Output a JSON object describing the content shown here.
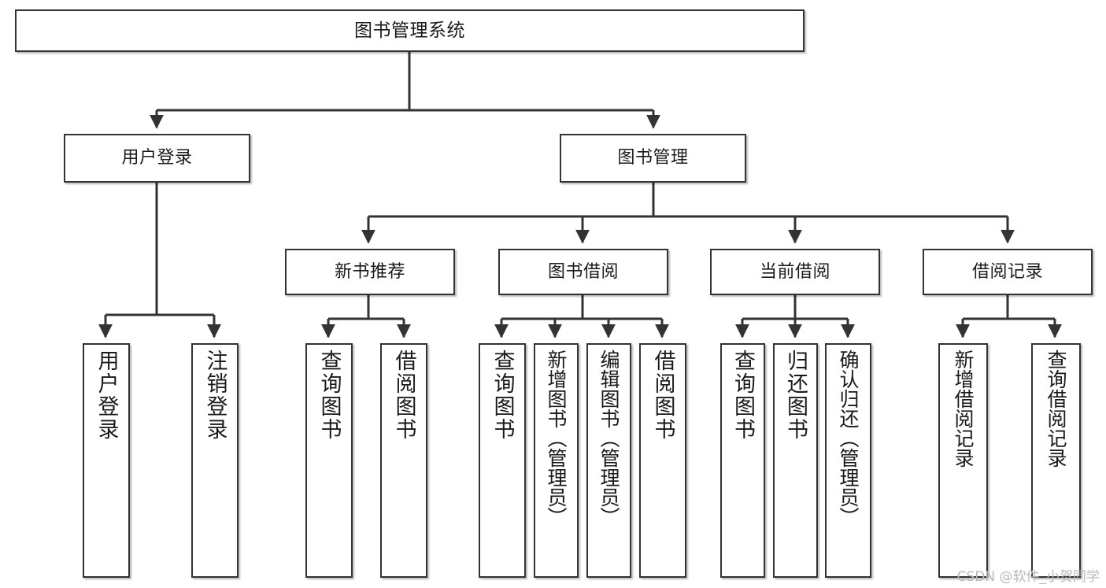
{
  "diagram": {
    "title": "图书管理系统",
    "type": "hierarchy-tree",
    "levels": 4,
    "colors": {
      "box_border": "#333333",
      "box_fill": "#ffffff",
      "edge": "#333333",
      "text": "#1a1a1a",
      "background": "#ffffff",
      "watermark": "#b9b9b9"
    },
    "root": {
      "label": "图书管理系统"
    },
    "level2": [
      {
        "label": "用户登录"
      },
      {
        "label": "图书管理"
      }
    ],
    "level3": [
      {
        "label": "新书推荐"
      },
      {
        "label": "图书借阅"
      },
      {
        "label": "当前借阅"
      },
      {
        "label": "借阅记录"
      }
    ],
    "leaves": {
      "user_login": [
        {
          "label": "用户登录"
        },
        {
          "label": "注销登录"
        }
      ],
      "new_book_recommend": [
        {
          "label": "查询图书"
        },
        {
          "label": "借阅图书"
        }
      ],
      "book_borrow": [
        {
          "label": "查询图书"
        },
        {
          "label": "新增图书（管理员）"
        },
        {
          "label": "编辑图书（管理员）"
        },
        {
          "label": "借阅图书"
        }
      ],
      "current_borrow": [
        {
          "label": "查询图书"
        },
        {
          "label": "归还图书"
        },
        {
          "label": "确认归还（管理员）"
        }
      ],
      "borrow_record": [
        {
          "label": "新增借阅记录"
        },
        {
          "label": "查询借阅记录"
        }
      ]
    }
  },
  "watermark": {
    "text": "CSDN @软件_小贺同学"
  }
}
